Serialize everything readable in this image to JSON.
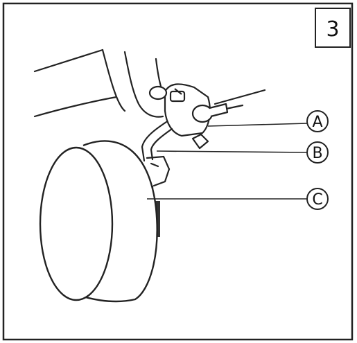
{
  "step_number": "3",
  "callouts": [
    {
      "letter": "A"
    },
    {
      "letter": "B"
    },
    {
      "letter": "C"
    }
  ]
}
